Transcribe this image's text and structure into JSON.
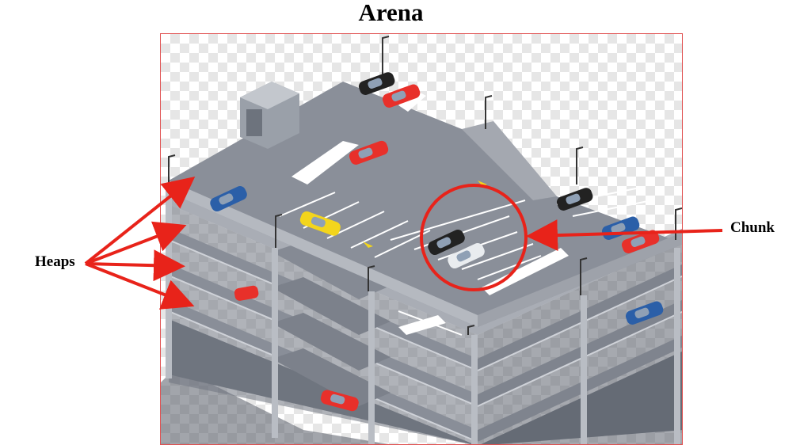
{
  "diagram": {
    "title": "Arena",
    "labels": {
      "heaps": "Heaps",
      "chunk": "Chunk"
    }
  },
  "colors": {
    "annotation": "#e8231a",
    "frame_border": "#e05050",
    "deck": "#8a8f99",
    "floor_edge": "#a9adb5",
    "car_red": "#e8302a",
    "car_blue": "#2b5fa8",
    "car_black": "#222222",
    "car_yellow": "#f3d51c",
    "car_white": "#e9ecef"
  },
  "icons": {
    "parking_garage": "parking-garage-illustration",
    "car": "car-icon",
    "lamp_post": "lamp-post-icon",
    "chunk_marker": "circle-highlight",
    "arrow": "arrow-icon"
  }
}
